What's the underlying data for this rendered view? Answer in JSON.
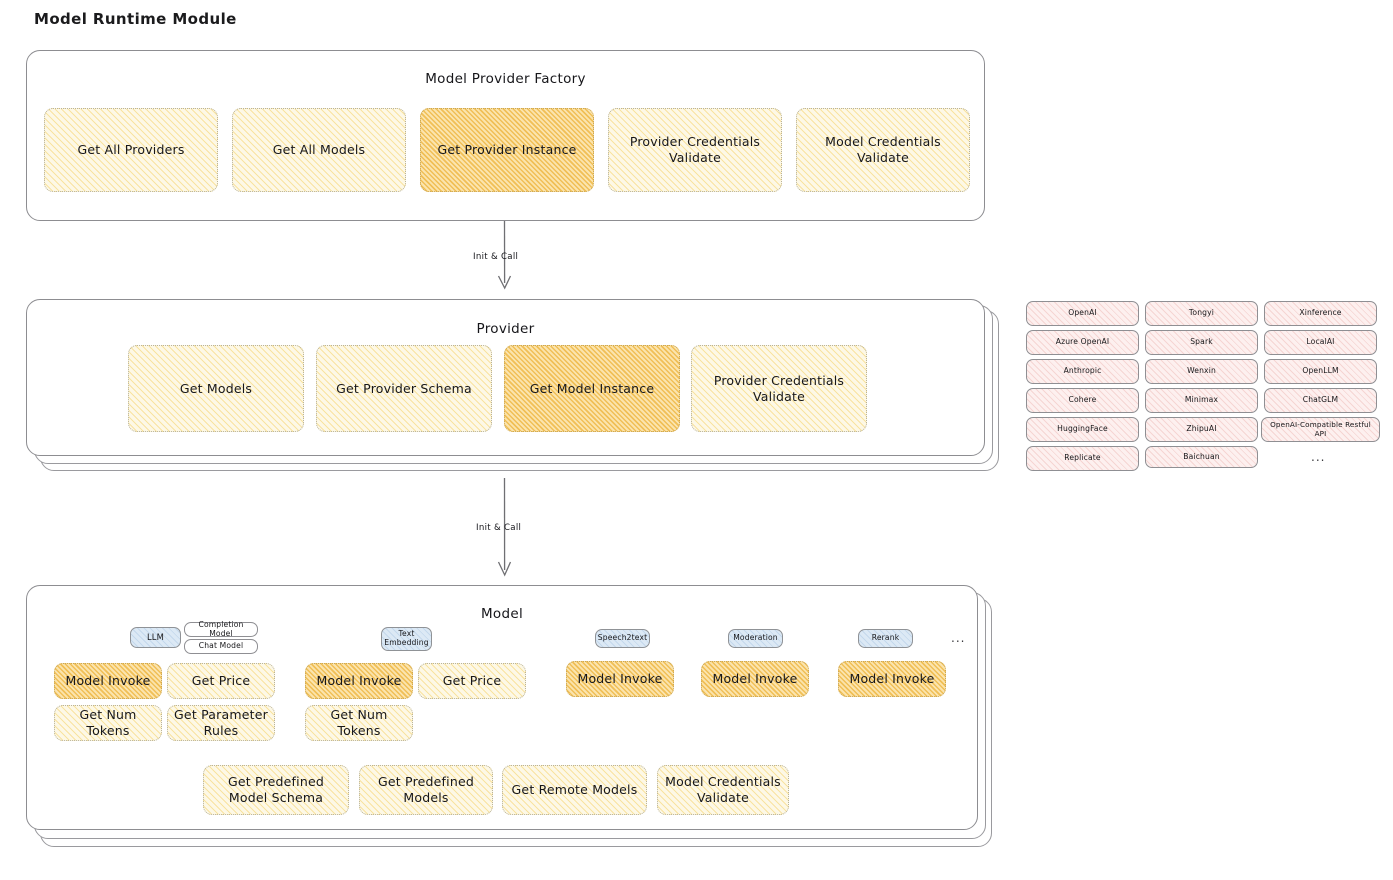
{
  "title": "Model Runtime Module",
  "factory": {
    "title": "Model Provider Factory",
    "nodes": [
      {
        "label": "Get All Providers",
        "highlight": false
      },
      {
        "label": "Get All Models",
        "highlight": false
      },
      {
        "label": "Get Provider Instance",
        "highlight": true
      },
      {
        "label": "Provider Credentials Validate",
        "highlight": false
      },
      {
        "label": "Model Credentials Validate",
        "highlight": false
      }
    ]
  },
  "arrows": [
    {
      "label": "Init & Call"
    },
    {
      "label": "Init & Call"
    }
  ],
  "provider": {
    "title": "Provider",
    "nodes": [
      {
        "label": "Get Models",
        "highlight": false
      },
      {
        "label": "Get Provider Schema",
        "highlight": false
      },
      {
        "label": "Get Model Instance",
        "highlight": true
      },
      {
        "label": "Provider Credentials Validate",
        "highlight": false
      }
    ]
  },
  "provider_list": {
    "columns": [
      [
        "OpenAI",
        "Azure OpenAI",
        "Anthropic",
        "Cohere",
        "HuggingFace",
        "Replicate"
      ],
      [
        "Tongyi",
        "Spark",
        "Wenxin",
        "Minimax",
        "ZhipuAI",
        "Baichuan"
      ],
      [
        "Xinference",
        "LocalAI",
        "OpenLLM",
        "ChatGLM",
        "OpenAI-Compatible Restful API"
      ]
    ],
    "more": "..."
  },
  "model": {
    "title": "Model",
    "more": "...",
    "types": [
      {
        "name": "LLM",
        "sub": [
          "Completion Model",
          "Chat Model"
        ],
        "ops": [
          {
            "label": "Model Invoke",
            "highlight": true
          },
          {
            "label": "Get Price",
            "highlight": false
          },
          {
            "label": "Get Num Tokens",
            "highlight": false
          },
          {
            "label": "Get Parameter Rules",
            "highlight": false
          }
        ]
      },
      {
        "name": "Text Embedding",
        "sub": [],
        "ops": [
          {
            "label": "Model Invoke",
            "highlight": true
          },
          {
            "label": "Get Price",
            "highlight": false
          },
          {
            "label": "Get Num Tokens",
            "highlight": false
          }
        ]
      },
      {
        "name": "Speech2text",
        "sub": [],
        "ops": [
          {
            "label": "Model Invoke",
            "highlight": true
          }
        ]
      },
      {
        "name": "Moderation",
        "sub": [],
        "ops": [
          {
            "label": "Model Invoke",
            "highlight": true
          }
        ]
      },
      {
        "name": "Rerank",
        "sub": [],
        "ops": [
          {
            "label": "Model Invoke",
            "highlight": true
          }
        ]
      }
    ],
    "common_ops": [
      {
        "label": "Get Predefined Model Schema"
      },
      {
        "label": "Get Predefined Models"
      },
      {
        "label": "Get Remote Models"
      },
      {
        "label": "Model Credentials Validate"
      }
    ]
  },
  "colors": {
    "highlight_amber": "#f0b64a",
    "cream": "#fdf8e6",
    "pink": "#fdf0ef",
    "blue": "#dce9f5",
    "stroke": "#8d8d91"
  }
}
